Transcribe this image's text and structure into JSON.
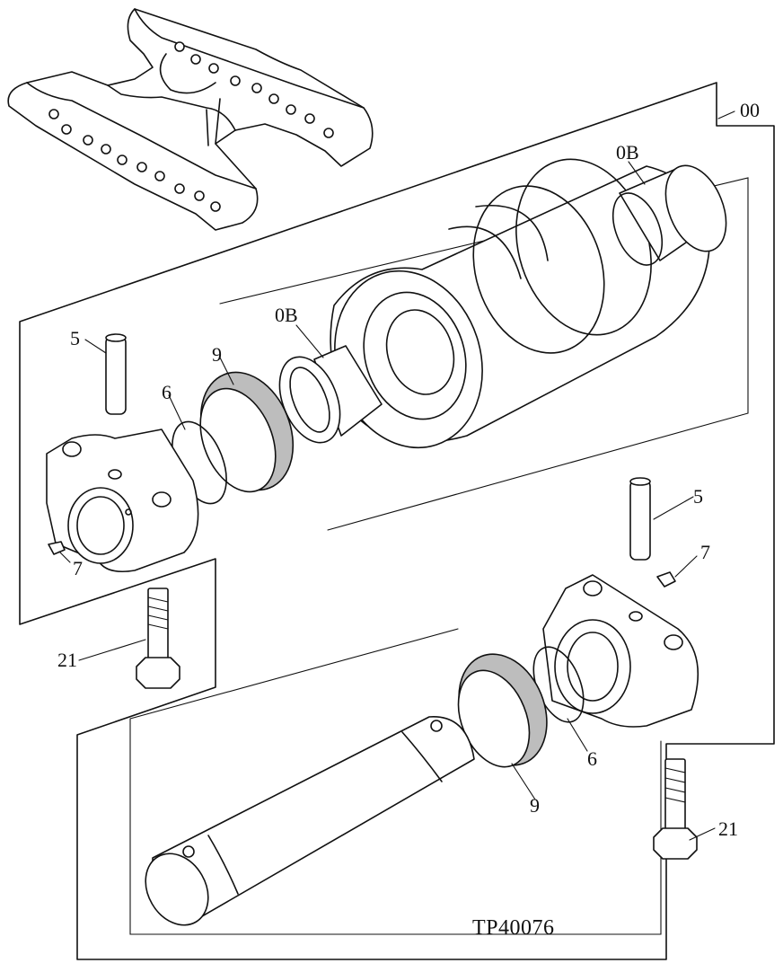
{
  "figure": {
    "reference": "TP40076",
    "callouts": {
      "assembly": "00",
      "roller_shaft_top": "0B",
      "roller_shaft_bottom": "0B",
      "dowel_pin_upper": "5",
      "dowel_pin_lower": "5",
      "seal_ring_upper": "6",
      "seal_ring_lower": "6",
      "grease_fitting_upper": "7",
      "grease_fitting_lower": "7",
      "floating_seal_upper": "9",
      "floating_seal_lower": "9",
      "cap_screw_upper": "21",
      "cap_screw_lower": "21"
    }
  },
  "colors": {
    "line": "#111111",
    "background": "#ffffff",
    "knurl": "#bdbdbd"
  }
}
